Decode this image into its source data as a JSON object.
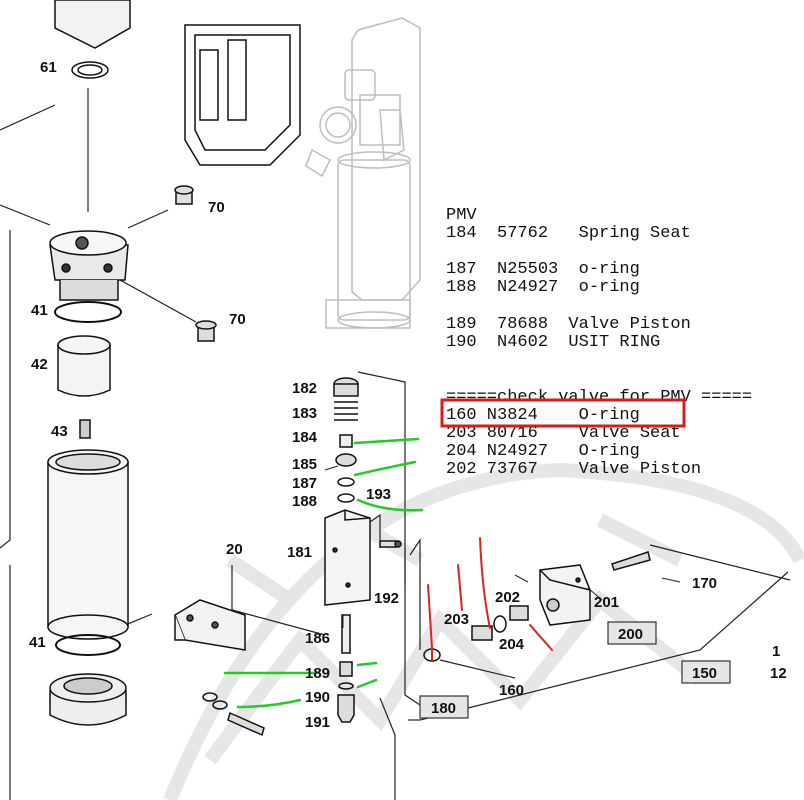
{
  "callouts": {
    "c61": "61",
    "c70a": "70",
    "c70b": "70",
    "c41a": "41",
    "c42": "42",
    "c43": "43",
    "c41b": "41",
    "c20": "20",
    "c182": "182",
    "c183": "183",
    "c184": "184",
    "c185": "185",
    "c187": "187",
    "c188": "188",
    "c193": "193",
    "c181": "181",
    "c192": "192",
    "c186": "186",
    "c189": "189",
    "c190": "190",
    "c191": "191",
    "c203": "203",
    "c202": "202",
    "c204": "204",
    "c201": "201",
    "c170": "170",
    "c160": "160"
  },
  "boxed_refs": {
    "b180": "180",
    "b200": "200",
    "b150": "150"
  },
  "edge_fragments": {
    "e1": "1",
    "e2": "12"
  },
  "parts_list": {
    "header": "PMV",
    "line1": "184  57762   Spring Seat",
    "line2": "187  N25503  o-ring",
    "line3": "188  N24927  o-ring",
    "line4": "189  78688  Valve Piston",
    "line5": "190  N4602  USIT RING",
    "line6": "=====check valve for PMV =====",
    "line7": "160 N3824    O-ring",
    "line8": "203 80716    Valve Seat",
    "line9": "204 N24927   O-ring",
    "line10": "202 73767    Valve Piston"
  },
  "colors": {
    "highlight": "#d81b1b",
    "green_marks": "#22cc22",
    "red_marks": "#dd2222",
    "ink": "#111111",
    "faint_drawing": "#bbbbbb"
  }
}
